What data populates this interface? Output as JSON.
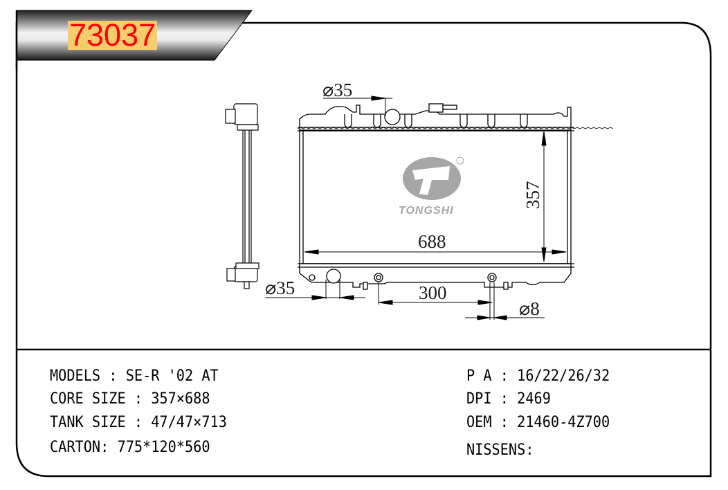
{
  "header": {
    "part_number": "73037",
    "part_number_color": "#ff0000",
    "part_number_bg": "#f5cd6a"
  },
  "drawing": {
    "logo": {
      "brand": "TONGSHI",
      "registered_mark": "®",
      "icon": "tongshi-logo-icon"
    },
    "dimensions": {
      "inlet_diameter": "⌀35",
      "outlet_diameter": "⌀35",
      "core_height": "357",
      "core_width": "688",
      "outlet_offset": "300",
      "drain_diameter": "⌀8"
    }
  },
  "specs_left": [
    {
      "label": "MODELS",
      "sep": " : ",
      "value": "SE-R '02 AT"
    },
    {
      "label": "CORE SIZE",
      "sep": " : ",
      "value": "357×688"
    },
    {
      "label": "TANK SIZE",
      "sep": " : ",
      "value": "47/47×713"
    },
    {
      "label": "CARTON",
      "sep": ": ",
      "value": "775*120*560"
    }
  ],
  "specs_right": [
    {
      "label": "P A",
      "sep": " : ",
      "value": "16/22/26/32"
    },
    {
      "label": "DPI",
      "sep": " : ",
      "value": "2469"
    },
    {
      "label": "OEM",
      "sep": " : ",
      "value": "21460-4Z700"
    },
    {
      "label": "NISSENS",
      "sep": ":",
      "value": ""
    }
  ]
}
